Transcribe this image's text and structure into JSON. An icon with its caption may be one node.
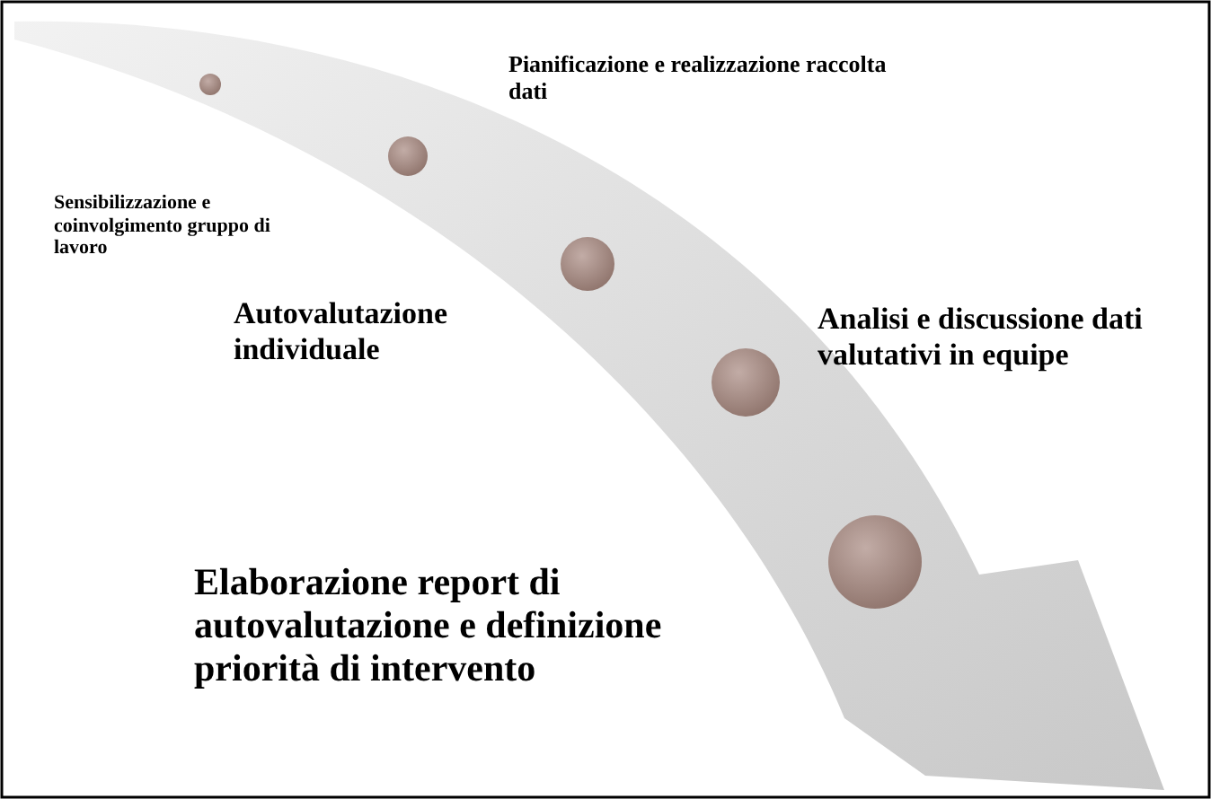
{
  "diagram": {
    "labels": [
      "Sensibilizzazione e coinvolgimento gruppo di lavoro",
      "Pianificazione e realizzazione raccolta dati",
      "Autovalutazione individuale",
      "Analisi e discussione dati valutativi in equipe",
      "Elaborazione report di autovalutazione e definizione priorità di intervento"
    ]
  }
}
